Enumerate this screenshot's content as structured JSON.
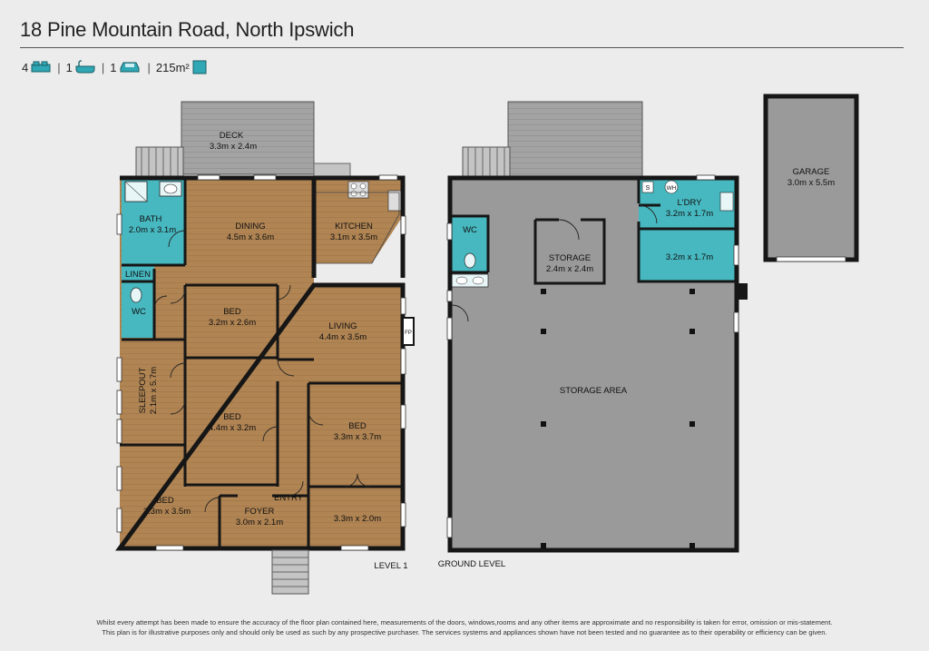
{
  "header": {
    "address": "18 Pine Mountain Road, North Ipswich"
  },
  "stats": {
    "bedrooms": "4",
    "bathrooms": "1",
    "parking": "1",
    "area": "215m²",
    "icons": [
      "bed-icon",
      "bath-icon",
      "car-icon",
      "area-icon"
    ],
    "accent_color": "#2fa7b4"
  },
  "level1": {
    "label": "LEVEL 1",
    "deck": {
      "name": "DECK",
      "size": "3.3m x 2.4m"
    },
    "bath": {
      "name": "BATH",
      "size": "2.0m x 3.1m"
    },
    "dining": {
      "name": "DINING",
      "size": "4.5m x 3.6m"
    },
    "kitchen": {
      "name": "KITCHEN",
      "size": "3.1m x 3.5m"
    },
    "linen": {
      "name": "LINEN"
    },
    "wc": {
      "name": "WC"
    },
    "bed1": {
      "name": "BED",
      "size": "3.2m x 2.6m"
    },
    "living": {
      "name": "LIVING",
      "size": "4.4m x 3.5m"
    },
    "fp": {
      "name": "FP"
    },
    "sleepout": {
      "name": "SLEEPOUT",
      "size": "2.1m x 5.7m"
    },
    "bed2": {
      "name": "BED",
      "size": "4.4m x 3.2m"
    },
    "bed3": {
      "name": "BED",
      "size": "3.3m x 3.7m"
    },
    "bed4": {
      "name": "BED",
      "size": "3.3m x 3.5m"
    },
    "foyer": {
      "name": "FOYER",
      "size": "3.0m x 2.1m"
    },
    "entry": {
      "name": "ENTRY"
    },
    "room": {
      "size": "3.3m x 2.0m"
    }
  },
  "ground": {
    "label": "GROUND LEVEL",
    "wc": {
      "name": "WC"
    },
    "storage": {
      "name": "STORAGE",
      "size": "2.4m x 2.4m"
    },
    "laundry": {
      "name": "L'DRY",
      "size": "3.2m x 1.7m",
      "s": "S",
      "wh": "WH"
    },
    "room": {
      "size": "3.2m x 1.7m"
    },
    "storage_area": {
      "name": "STORAGE AREA"
    },
    "garage": {
      "name": "GARAGE",
      "size": "3.0m x 5.5m"
    }
  },
  "colors": {
    "wood": "#b08453",
    "wet": "#47b8c0",
    "concrete": "#9a9a9a",
    "deck": "#a0a0a0",
    "wall": "#161616"
  },
  "footer": {
    "line1": "Whilst every attempt has been made to ensure the accuracy of the floor plan contained here, measurements of the doors, windows,rooms and any other items are approximate and no responsibility is taken for error, omission or mis-statement.",
    "line2": "This plan is for illustrative purposes only and should only be used as such by any prospective purchaser. The services systems and appliances shown have not been tested and no guarantee as to their operability or efficiency can be given."
  }
}
